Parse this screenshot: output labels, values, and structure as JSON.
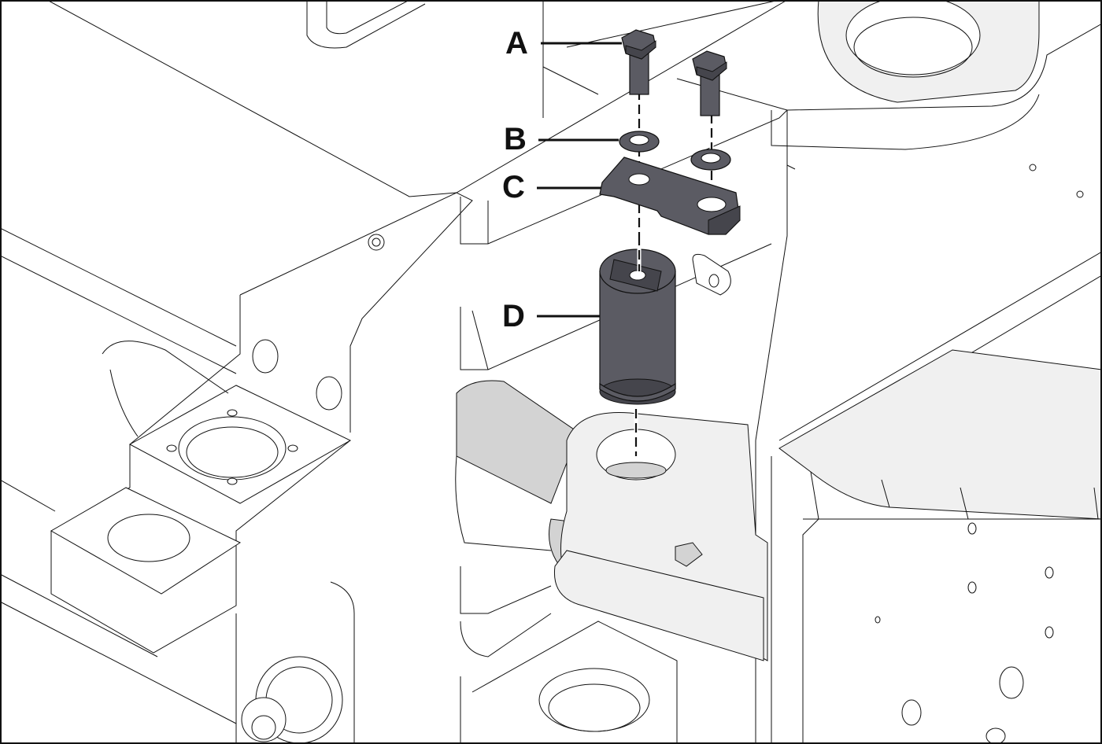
{
  "diagram": {
    "callouts": [
      {
        "id": "A",
        "label": "A",
        "part": "hex-bolt"
      },
      {
        "id": "B",
        "label": "B",
        "part": "washer"
      },
      {
        "id": "C",
        "label": "C",
        "part": "retaining-plate"
      },
      {
        "id": "D",
        "label": "D",
        "part": "pivot-pin"
      }
    ],
    "colors": {
      "part_fill": "#5b5b63",
      "shade_light": "#f0f0f0",
      "shade_mid": "#d3d3d3",
      "line": "#111111"
    }
  }
}
